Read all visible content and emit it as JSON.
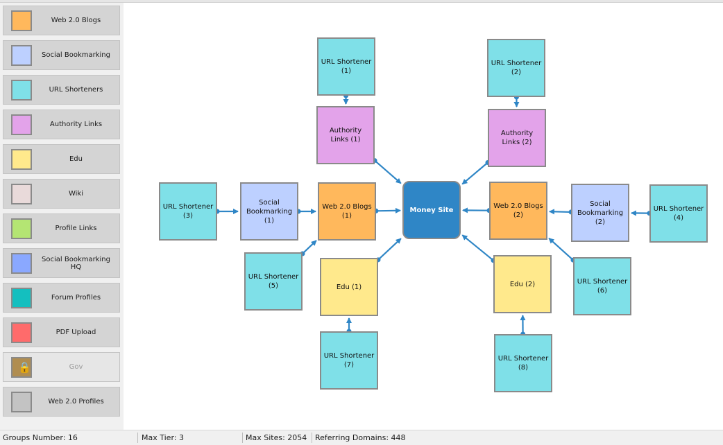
{
  "colors": {
    "web20_blogs": "#ffb85c",
    "social_bookmarking": "#bdd0ff",
    "url_shorteners": "#7fe0e8",
    "authority_links": "#e3a3ea",
    "edu": "#ffe98c",
    "wiki": "#e9dada",
    "profile_links": "#b4e573",
    "social_bookmarking_hq": "#8aa8ff",
    "forum_profiles": "#14bfbf",
    "pdf_upload": "#ff6b6b",
    "gov": "#b08d50",
    "web20_profiles": "#c3c3c3",
    "money_site": "#2f86c6",
    "edge": "#2f86c6"
  },
  "sidebar": {
    "items": [
      {
        "label": "Web 2.0 Blogs",
        "color": "#ffb85c",
        "locked": false
      },
      {
        "label": "Social Bookmarking",
        "color": "#bdd0ff",
        "locked": false
      },
      {
        "label": "URL Shorteners",
        "color": "#7fe0e8",
        "locked": false
      },
      {
        "label": "Authority Links",
        "color": "#e3a3ea",
        "locked": false
      },
      {
        "label": "Edu",
        "color": "#ffe98c",
        "locked": false
      },
      {
        "label": "Wiki",
        "color": "#e9dada",
        "locked": false
      },
      {
        "label": "Profile Links",
        "color": "#b4e573",
        "locked": false
      },
      {
        "label": "Social Bookmarking HQ",
        "color": "#8aa8ff",
        "locked": false
      },
      {
        "label": "Forum Profiles",
        "color": "#14bfbf",
        "locked": false
      },
      {
        "label": "PDF Upload",
        "color": "#ff6b6b",
        "locked": false
      },
      {
        "label": "Gov",
        "color": "#b08d50",
        "locked": true,
        "icon": "lock-icon"
      },
      {
        "label": "Web 2.0 Profiles",
        "color": "#c3c3c3",
        "locked": false
      }
    ]
  },
  "diagram": {
    "nodes": [
      {
        "id": "money",
        "label": "Money Site",
        "type": "money_site"
      },
      {
        "id": "url1",
        "label": "URL Shortener (1)",
        "type": "url_shorteners"
      },
      {
        "id": "url2",
        "label": "URL Shortener (2)",
        "type": "url_shorteners"
      },
      {
        "id": "auth1",
        "label": "Authority Links (1)",
        "type": "authority_links"
      },
      {
        "id": "auth2",
        "label": "Authority Links (2)",
        "type": "authority_links"
      },
      {
        "id": "url3",
        "label": "URL Shortener (3)",
        "type": "url_shorteners"
      },
      {
        "id": "sb1",
        "label": "Social Bookmarking (1)",
        "type": "social_bookmarking"
      },
      {
        "id": "web1",
        "label": "Web 2.0 Blogs (1)",
        "type": "web20_blogs"
      },
      {
        "id": "web2",
        "label": "Web 2.0 Blogs (2)",
        "type": "web20_blogs"
      },
      {
        "id": "sb2",
        "label": "Social Bookmarking (2)",
        "type": "social_bookmarking"
      },
      {
        "id": "url4",
        "label": "URL Shortener (4)",
        "type": "url_shorteners"
      },
      {
        "id": "url5",
        "label": "URL Shortener (5)",
        "type": "url_shorteners"
      },
      {
        "id": "edu1",
        "label": "Edu (1)",
        "type": "edu"
      },
      {
        "id": "edu2",
        "label": "Edu (2)",
        "type": "edu"
      },
      {
        "id": "url6",
        "label": "URL Shortener (6)",
        "type": "url_shorteners"
      },
      {
        "id": "url7",
        "label": "URL Shortener (7)",
        "type": "url_shorteners"
      },
      {
        "id": "url8",
        "label": "URL Shortener (8)",
        "type": "url_shorteners"
      }
    ],
    "edges": [
      {
        "from": "url1",
        "to": "auth1"
      },
      {
        "from": "url2",
        "to": "auth2"
      },
      {
        "from": "auth1",
        "to": "money"
      },
      {
        "from": "auth2",
        "to": "money"
      },
      {
        "from": "url3",
        "to": "sb1"
      },
      {
        "from": "sb1",
        "to": "web1"
      },
      {
        "from": "web1",
        "to": "money"
      },
      {
        "from": "web2",
        "to": "money"
      },
      {
        "from": "sb2",
        "to": "web2"
      },
      {
        "from": "url4",
        "to": "sb2"
      },
      {
        "from": "url5",
        "to": "web1"
      },
      {
        "from": "edu1",
        "to": "money"
      },
      {
        "from": "edu2",
        "to": "money"
      },
      {
        "from": "url6",
        "to": "web2"
      },
      {
        "from": "url7",
        "to": "edu1"
      },
      {
        "from": "url8",
        "to": "edu2"
      }
    ]
  },
  "status": {
    "groups": "Groups Number: 16",
    "max_tier": "Max Tier: 3",
    "max_sites": "Max Sites: 2054",
    "referring_domains": "Referring Domains: 448"
  }
}
